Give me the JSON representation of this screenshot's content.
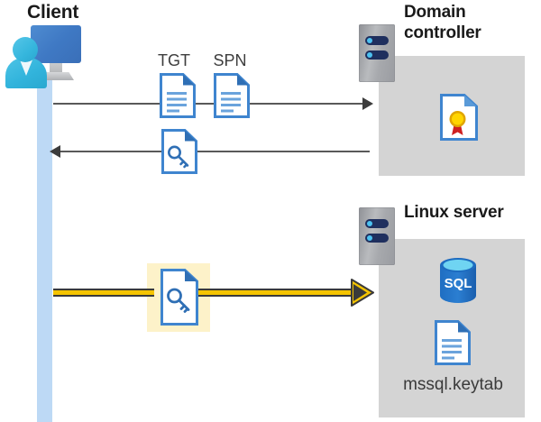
{
  "diagram": {
    "title_client": "Client",
    "title_domain_controller": "Domain\ncontroller",
    "title_linux_server": "Linux server",
    "labels": {
      "tgt": "TGT",
      "spn": "SPN",
      "keytab_file": "mssql.keytab",
      "sql_text": "SQL"
    },
    "icons": {
      "client": "client-user-monitor-icon",
      "domain_controller_server": "server-rack-icon",
      "linux_server": "server-rack-icon",
      "tgt_document": "document-icon",
      "spn_document": "document-icon",
      "ticket_key_document": "document-key-icon",
      "highlighted_key_document": "document-key-icon",
      "certificate": "certificate-document-icon",
      "sql_database": "sql-database-icon",
      "keytab_document": "document-icon"
    },
    "flows": [
      {
        "id": "request",
        "direction": "client-to-domain-controller",
        "style": "solid-gray-arrow",
        "carries": [
          "TGT",
          "SPN"
        ]
      },
      {
        "id": "response",
        "direction": "domain-controller-to-client",
        "style": "solid-gray-arrow",
        "carries": [
          "service-ticket"
        ]
      },
      {
        "id": "authenticate",
        "direction": "client-to-linux-server",
        "style": "highlighted-yellow-arrow",
        "carries": [
          "service-ticket"
        ]
      }
    ],
    "colors": {
      "panel_gray": "#d4d4d4",
      "lifeline_blue": "#bdd9f5",
      "highlight_yellow": "#fdf2c9",
      "arrow_yellow": "#f5c400",
      "arrow_gray": "#595959",
      "doc_blue": "#3f85cf",
      "sql_blue": "#2a6fc4",
      "cert_gold": "#f5c400",
      "cert_red": "#cf2020",
      "text_dark": "#1a1a1a"
    }
  }
}
